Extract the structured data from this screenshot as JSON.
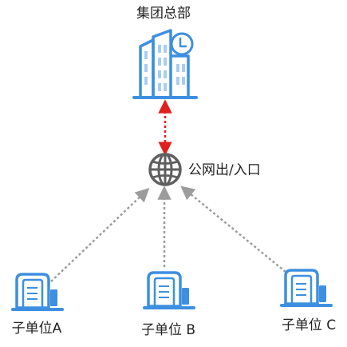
{
  "headquarters": {
    "label": "集团总部",
    "icon": "office-building-clock-icon"
  },
  "gateway": {
    "label": "公网出/入口",
    "icon": "globe-icon"
  },
  "branches": [
    {
      "label": "子单位A",
      "icon": "server-icon"
    },
    {
      "label": "子单位 B",
      "icon": "server-icon"
    },
    {
      "label": "子单位 C",
      "icon": "server-icon"
    }
  ],
  "colors": {
    "icon_blue": "#3d8fe0",
    "icon_light": "#a9cdf2",
    "globe_gray": "#5f5f5f",
    "hq_link": "#e0201d",
    "branch_link": "#9c9c9c"
  }
}
